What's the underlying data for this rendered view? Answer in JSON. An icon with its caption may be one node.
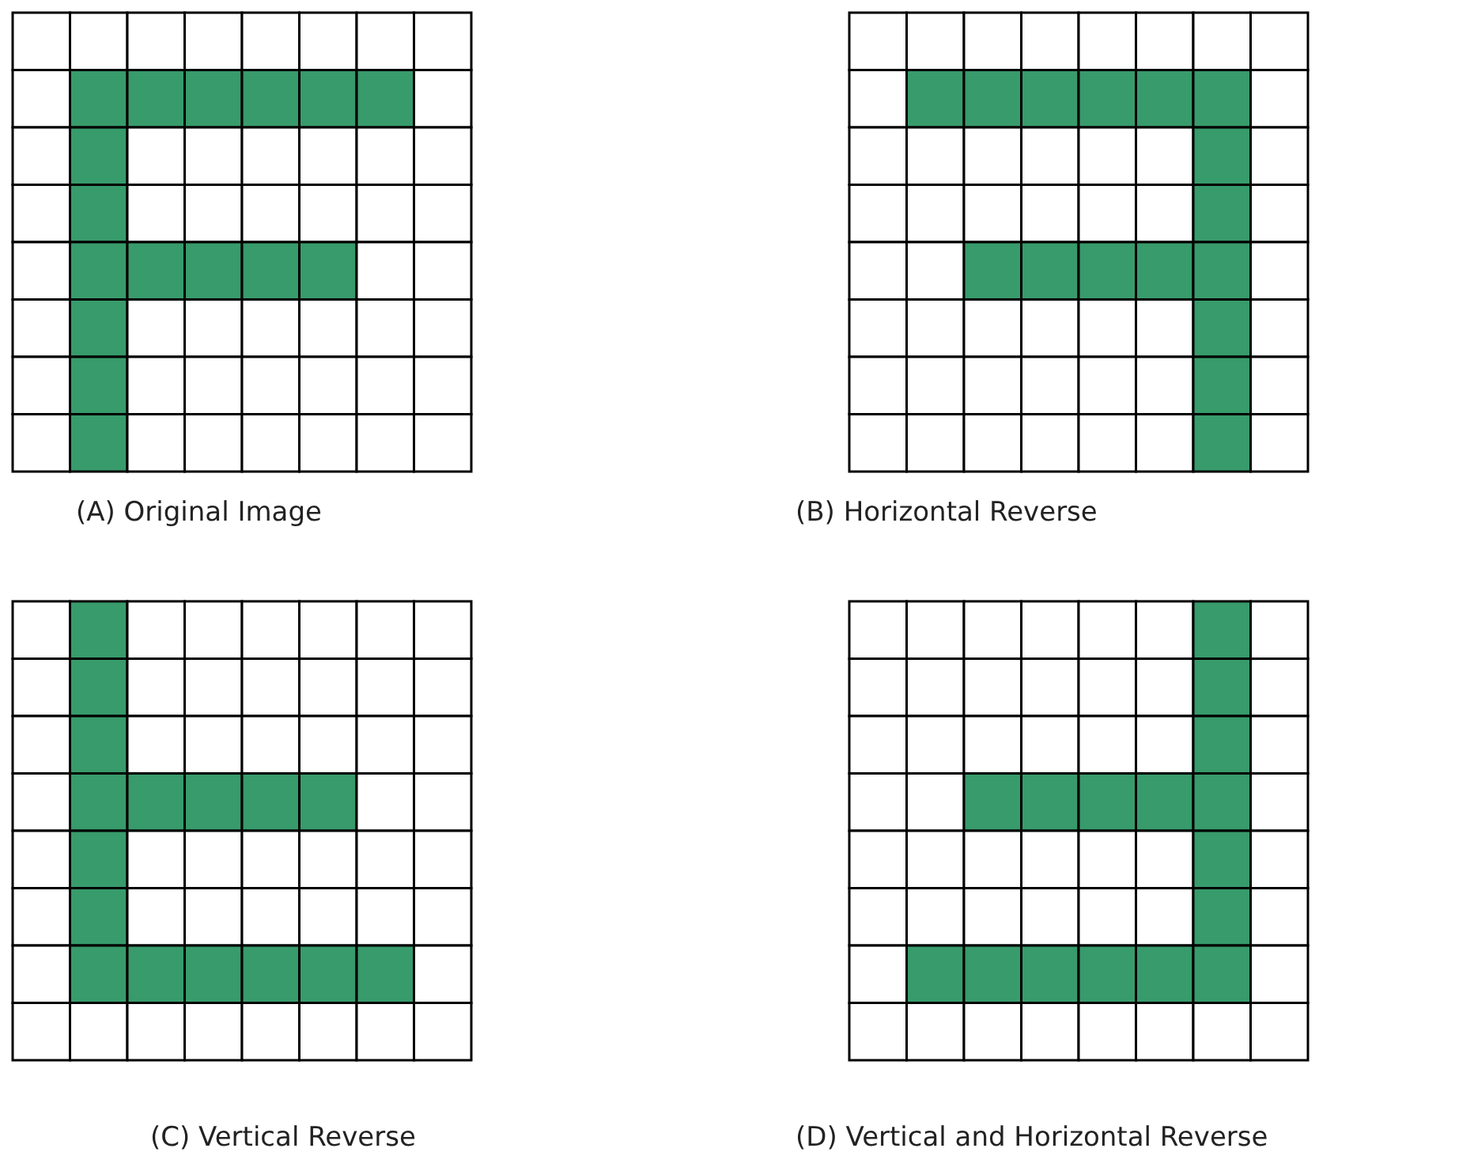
{
  "diagram": {
    "labels": [
      "(A) Original Image",
      "(B) Horizontal Reverse",
      "(C) Vertical Reverse",
      "(D) Vertical and Horizontal Reverse"
    ]
  }
}
